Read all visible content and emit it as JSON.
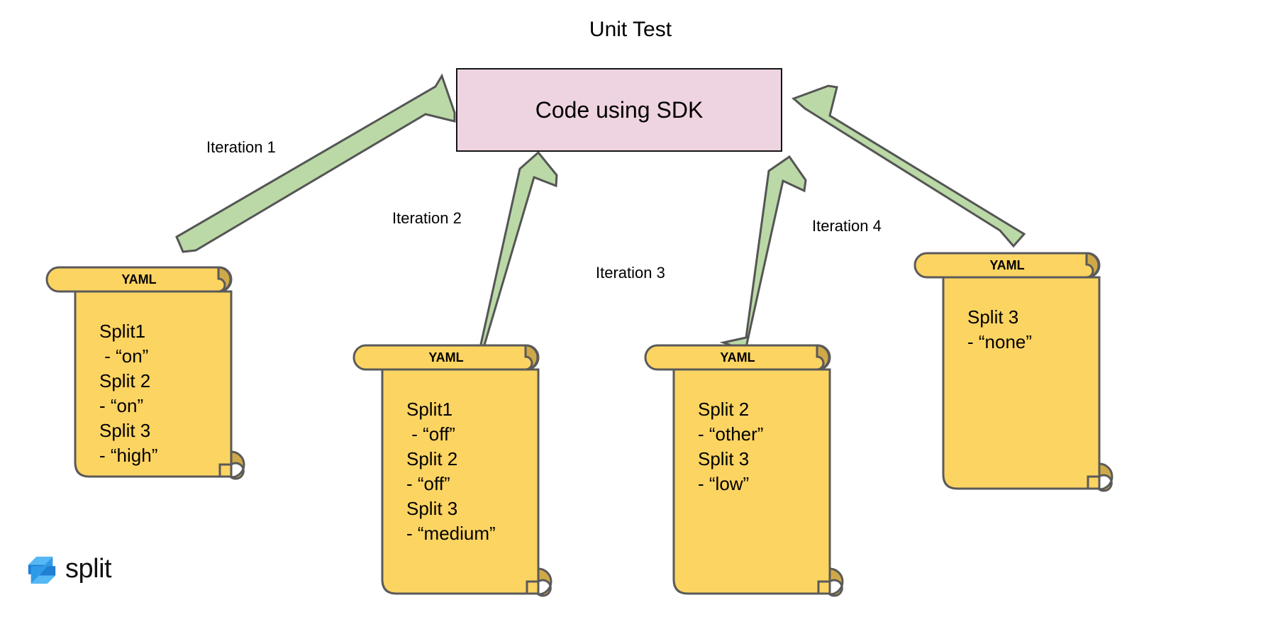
{
  "diagram": {
    "title": "Unit Test",
    "type": "flow-diagram",
    "background_color": "#ffffff"
  },
  "code_box": {
    "label": "Code using SDK",
    "fill_color": "#eed3e0",
    "border_color": "#141414"
  },
  "arrows": {
    "fill_color": "#bad9a6",
    "stroke_color": "#555555",
    "items": [
      {
        "label": "Iteration 1",
        "direction": "up-right",
        "from": "yaml-1",
        "to": "code-box"
      },
      {
        "label": "Iteration 2",
        "direction": "up-right",
        "from": "yaml-2",
        "to": "code-box"
      },
      {
        "label": "Iteration 3",
        "direction": "up-right",
        "from": "yaml-3",
        "to": "code-box"
      },
      {
        "label": "Iteration 4",
        "direction": "up-left",
        "from": "yaml-4",
        "to": "code-box"
      }
    ]
  },
  "scrolls": {
    "fill_color": "#fcd462",
    "curl_color": "#cfa949",
    "stroke_color": "#5a5a5a",
    "items": [
      {
        "header": "YAML",
        "lines": [
          "Split1",
          " - “on”",
          "Split 2",
          "- “on”",
          "Split 3",
          "- “high”"
        ]
      },
      {
        "header": "YAML",
        "lines": [
          "Split1",
          " - “off”",
          "Split 2",
          "- “off”",
          "Split 3",
          "- “medium”"
        ]
      },
      {
        "header": "YAML",
        "lines": [
          "Split 2",
          "- “other”",
          "Split 3",
          "- “low”"
        ]
      },
      {
        "header": "YAML",
        "lines": [
          "Split 3",
          "- “none”"
        ]
      }
    ]
  },
  "branding": {
    "wordmark": "split",
    "mark_name": "split-logo-icon",
    "color_dark": "#1f7fd4",
    "color_mid": "#2f9ae8",
    "color_light": "#56b8f5"
  }
}
